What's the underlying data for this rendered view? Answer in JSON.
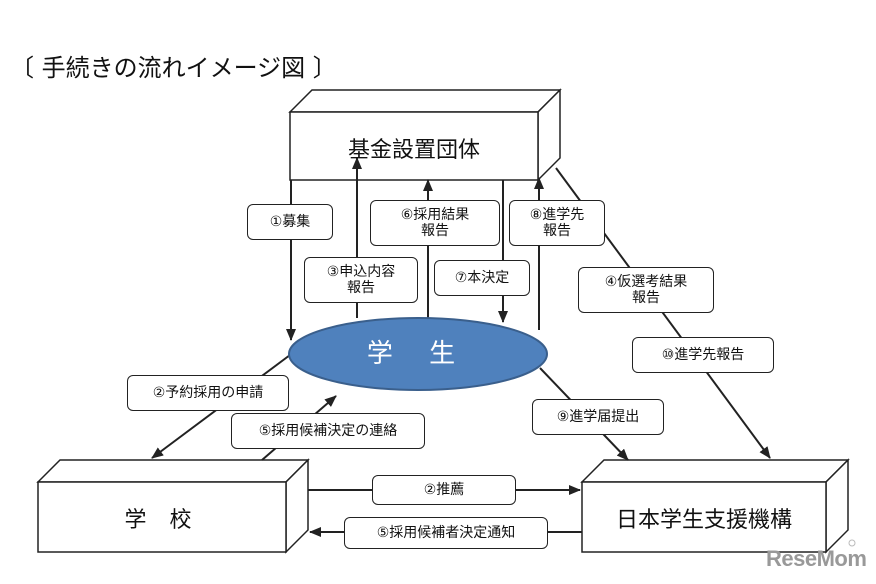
{
  "title": "〔 手続きの流れイメージ図 〕",
  "nodes": {
    "foundation": "基金設置団体",
    "student": "学 生",
    "school": "学 校",
    "jasso": "日本学生支援機構"
  },
  "labels": {
    "recruit": "①募集",
    "apply": [
      "③申込内容",
      "報告"
    ],
    "adopt_result": [
      "⑥採用結果",
      "報告"
    ],
    "final": "⑦本決定",
    "progress_report": [
      "⑧進学先",
      "報告"
    ],
    "provisional": [
      "④仮選考結果",
      "報告"
    ],
    "progress_report_jasso": "⑩進学先報告",
    "reserve_apply": "②予約採用の申請",
    "candidate_contact": "⑤採用候補決定の連絡",
    "enroll_notice": "⑨進学届提出",
    "recommend": "②推薦",
    "candidate_notice": "⑤採用候補者決定通知"
  },
  "colors": {
    "student_fill": "#4f81bd",
    "student_stroke": "#3a5f8c",
    "line": "#222222"
  },
  "watermark": "ReseMom"
}
